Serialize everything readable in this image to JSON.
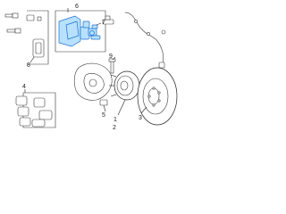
{
  "colors": {
    "highlight_fill": "#b7e1ff",
    "highlight_stroke": "#1c6fd1",
    "line": "#222222",
    "background": "#ffffff"
  },
  "callouts": {
    "c1": "1",
    "c2": "2",
    "c3": "3",
    "c4": "4",
    "c5": "5",
    "c6": "6",
    "c7": "7",
    "c8": "8",
    "c9": "9"
  }
}
